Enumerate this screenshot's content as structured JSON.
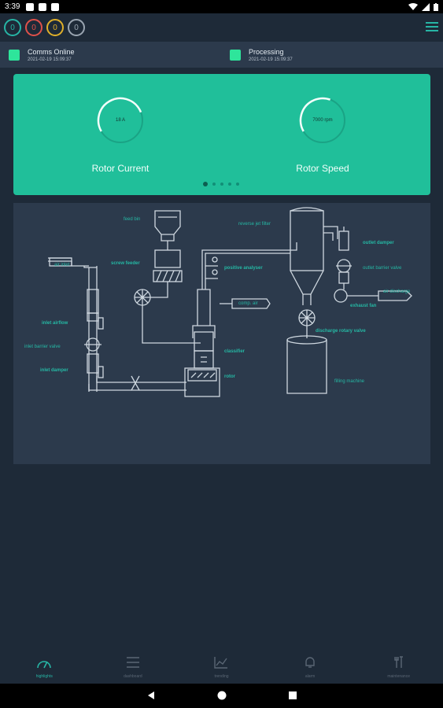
{
  "statusbar": {
    "time": "3:39"
  },
  "header": {
    "indicators": [
      {
        "value": "0",
        "color": "#27b5a5"
      },
      {
        "value": "0",
        "color": "#e0514a"
      },
      {
        "value": "0",
        "color": "#e0b02a"
      },
      {
        "value": "0",
        "color": "#9aa5b1"
      }
    ]
  },
  "status": {
    "items": [
      {
        "label": "Comms Online",
        "time": "2021-02-19 15:09:37",
        "color": "#2ee59b"
      },
      {
        "label": "Processing",
        "time": "2021-02-19 15:09:37",
        "color": "#2ee59b"
      }
    ]
  },
  "kpis": [
    {
      "label": "Rotor Current",
      "value": "18 A",
      "fraction": 0.78
    },
    {
      "label": "Rotor Speed",
      "value": "7000 rpm",
      "fraction": 0.58
    }
  ],
  "carousel": {
    "pages": 5,
    "active": 0
  },
  "diagram": {
    "labels": {
      "feed_bin": "feed bin",
      "screw_feeder": "screw feeder",
      "reverse_jet_filter": "reverse jet filter",
      "outlet_damper": "outlet damper",
      "outlet_barrier_valve": "outlet barrier valve",
      "positive_analyser": "positive analyser",
      "air_inlet": "air inlet",
      "comp_air": "comp. air",
      "air_discharge": "air discharge",
      "exhaust_fan": "exhaust fan",
      "inlet_airflow": "inlet airflow",
      "inlet_barrier_valve": "inlet barrier valve",
      "inlet_damper": "inlet damper",
      "discharge_rotary_valve": "discharge rotary valve",
      "classifier": "classifier",
      "rotor": "rotor",
      "filling_machine": "filling machine"
    }
  },
  "nav": {
    "items": [
      {
        "label": "highlights",
        "icon": "gauge-icon",
        "active": true
      },
      {
        "label": "dashboard",
        "icon": "list-icon",
        "active": false
      },
      {
        "label": "trending",
        "icon": "chart-icon",
        "active": false
      },
      {
        "label": "alarm",
        "icon": "bell-icon",
        "active": false
      },
      {
        "label": "maintenance",
        "icon": "tools-icon",
        "active": false
      }
    ]
  },
  "colors": {
    "accent": "#27b5a5",
    "kpi_bg": "#20bf9a",
    "panel": "#2c3a4c",
    "bg": "#1e2a38"
  }
}
